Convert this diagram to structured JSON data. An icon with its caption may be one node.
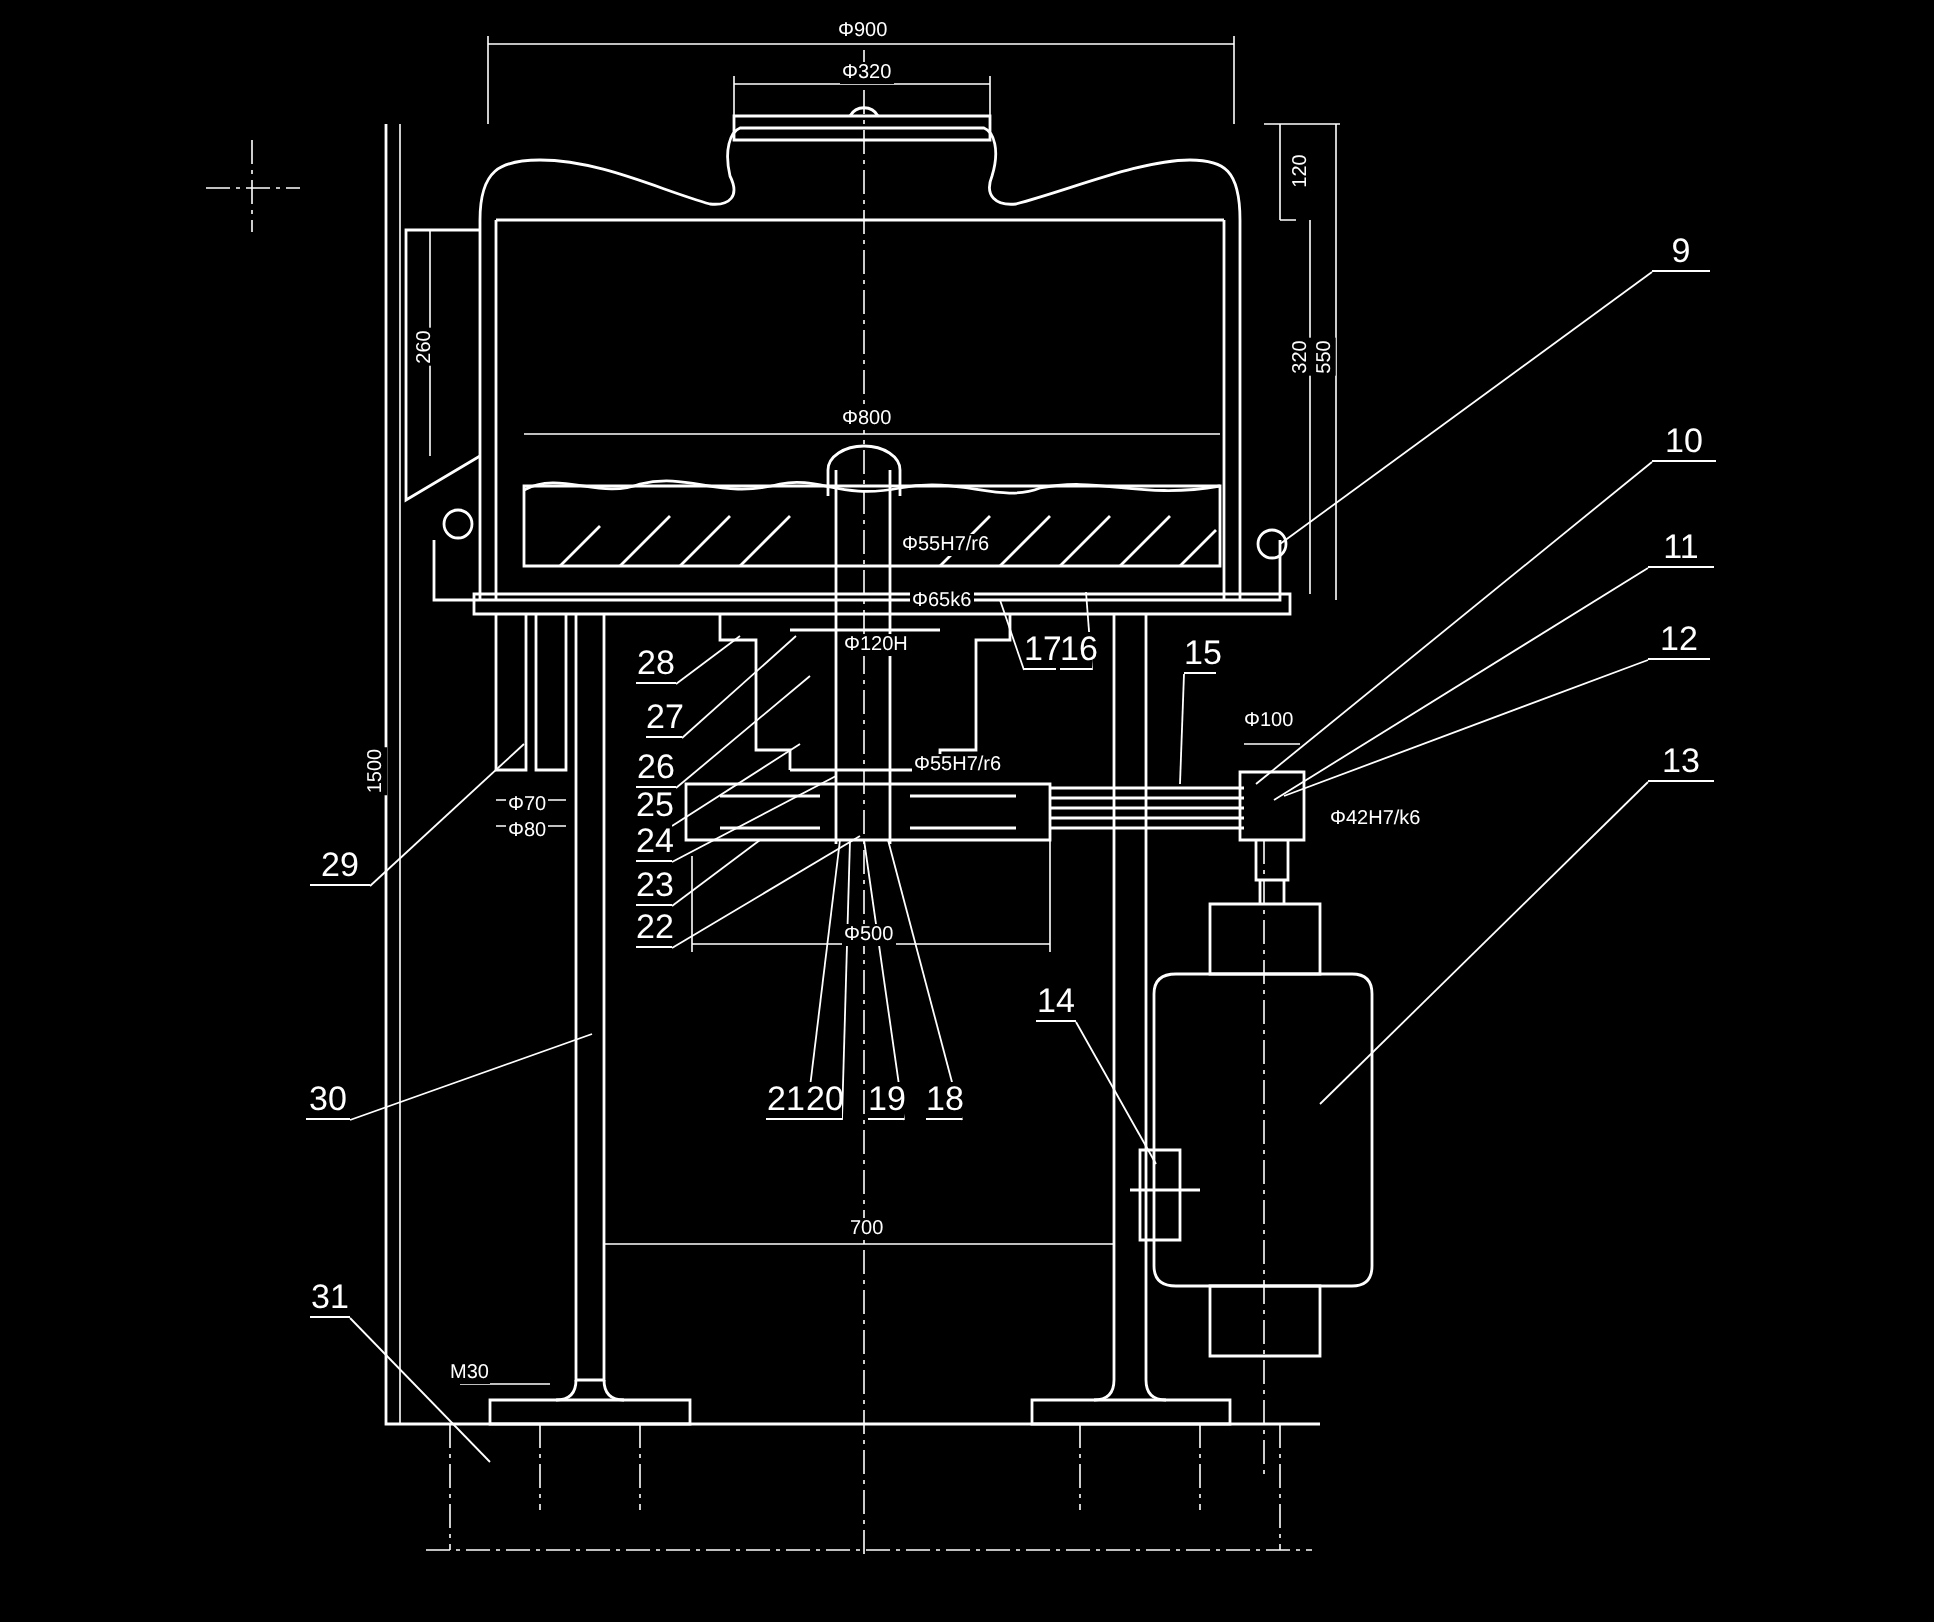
{
  "diagram": {
    "nodes": [
      {
        "text": [
          "9"
        ]
      },
      {
        "text": [
          "10"
        ]
      },
      {
        "text": [
          "11"
        ]
      },
      {
        "text": [
          "12"
        ]
      },
      {
        "text": [
          "13"
        ]
      },
      {
        "text": [
          "15"
        ]
      },
      {
        "text": [
          "28"
        ]
      },
      {
        "text": [
          "17"
        ]
      },
      {
        "text": [
          "16"
        ]
      },
      {
        "text": [
          "27"
        ]
      },
      {
        "text": [
          "26"
        ]
      },
      {
        "text": [
          "25"
        ]
      },
      {
        "text": [
          "24"
        ]
      },
      {
        "text": [
          "23"
        ]
      },
      {
        "text": [
          "22"
        ]
      },
      {
        "text": [
          "29"
        ]
      },
      {
        "text": [
          "14"
        ]
      },
      {
        "text": [
          "30"
        ]
      },
      {
        "text": [
          "21"
        ]
      },
      {
        "text": [
          "20"
        ]
      },
      {
        "text": [
          "19"
        ]
      },
      {
        "text": [
          "18"
        ]
      },
      {
        "text": [
          "31"
        ]
      }
    ],
    "edges": [
      {
        "from": 0,
        "to": null,
        "arrow": "none"
      },
      {
        "from": 1,
        "to": null,
        "arrow": "none"
      },
      {
        "from": 2,
        "to": null,
        "arrow": "none"
      },
      {
        "from": 3,
        "to": null,
        "arrow": "none"
      },
      {
        "from": 4,
        "to": null,
        "arrow": "none"
      },
      {
        "from": 5,
        "to": null,
        "arrow": "none"
      },
      {
        "from": 6,
        "to": null,
        "arrow": "none"
      },
      {
        "from": 7,
        "to": null,
        "arrow": "none"
      },
      {
        "from": 8,
        "to": null,
        "arrow": "none"
      },
      {
        "from": 9,
        "to": null,
        "arrow": "none"
      },
      {
        "from": 10,
        "to": null,
        "arrow": "none"
      },
      {
        "from": 11,
        "to": null,
        "arrow": "none"
      },
      {
        "from": 12,
        "to": null,
        "arrow": "none"
      },
      {
        "from": 13,
        "to": null,
        "arrow": "none"
      },
      {
        "from": 14,
        "to": null,
        "arrow": "none"
      },
      {
        "from": 15,
        "to": null,
        "arrow": "none"
      },
      {
        "from": 16,
        "to": null,
        "arrow": "none"
      },
      {
        "from": 17,
        "to": null,
        "arrow": "none"
      },
      {
        "from": 18,
        "to": null,
        "arrow": "none"
      },
      {
        "from": 19,
        "to": null,
        "arrow": "none"
      },
      {
        "from": 20,
        "to": null,
        "arrow": "none"
      },
      {
        "from": 21,
        "to": null,
        "arrow": "none"
      },
      {
        "from": 22,
        "to": null,
        "arrow": "none"
      }
    ],
    "labels": [
      "Φ900",
      "Φ320",
      "120",
      "260",
      "320",
      "550",
      "Φ800",
      "Φ55H7/r6",
      "Φ65k6",
      "Φ120H",
      "Φ55H7/r6",
      "Φ100",
      "Φ42H7/k6",
      "Φ70",
      "Φ80",
      "1500",
      "Φ500",
      "700",
      "M30"
    ]
  }
}
